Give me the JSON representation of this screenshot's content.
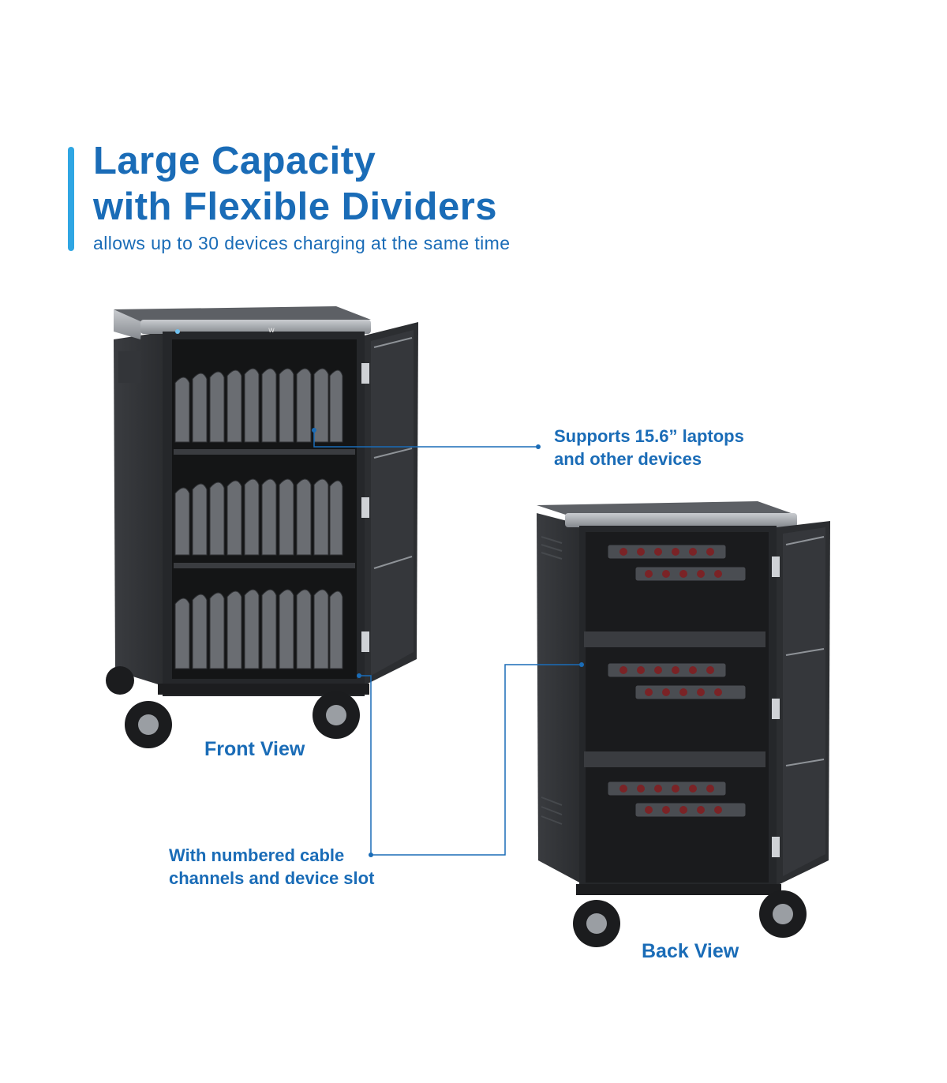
{
  "header": {
    "title_line1": "Large Capacity",
    "title_line2": "with Flexible Dividers",
    "subtitle": "allows up to 30 devices charging at the same time"
  },
  "callouts": {
    "supports_line1": "Supports 15.6” laptops",
    "supports_line2": "and other devices",
    "cable_line1": "With numbered cable",
    "cable_line2": "channels and device slot"
  },
  "views": {
    "front_label": "Front View",
    "back_label": "Back View"
  },
  "colors": {
    "accent": "#2fa6e3",
    "text": "#1a6cb7",
    "cabinet": "#2b2d30"
  }
}
